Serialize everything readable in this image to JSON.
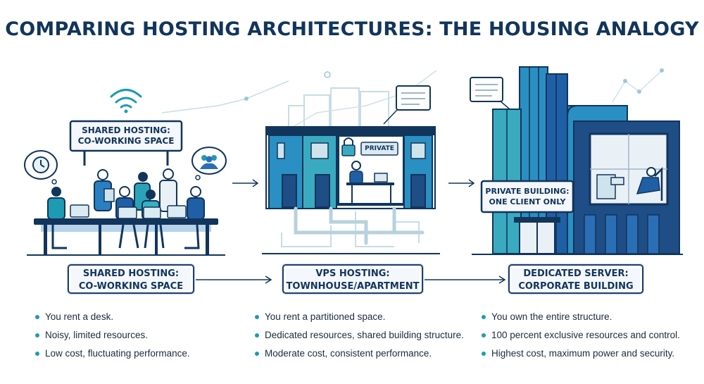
{
  "title": "COMPARING HOSTING ARCHITECTURES: THE HOUSING ANALOGY",
  "colors": {
    "navy": "#12355b",
    "blue": "#1f5fa6",
    "teal": "#2a9ab3",
    "light": "#cfe3ec",
    "bullet": "#1d9bb3"
  },
  "panels": [
    {
      "sign_line1": "SHARED HOSTING:",
      "sign_line2": "CO-WORKING SPACE",
      "label_line1": "SHARED HOSTING:",
      "label_line2": "CO-WORKING SPACE",
      "bullets": [
        "You rent a desk.",
        "Noisy, limited resources.",
        "Low cost, fluctuating performance."
      ]
    },
    {
      "sign_text": "PRIVATE",
      "label_line1": "VPS HOSTING:",
      "label_line2": "TOWNHOUSE/APARTMENT",
      "bullets": [
        "You rent a partitioned space.",
        "Dedicated resources, shared building structure.",
        "Moderate cost, consistent performance."
      ]
    },
    {
      "sign_line1": "PRIVATE BUILDING:",
      "sign_line2": "ONE CLIENT ONLY",
      "label_line1": "DEDICATED SERVER:",
      "label_line2": "CORPORATE BUILDING",
      "bullets": [
        "You own the entire structure.",
        "100 percent exclusive resources and control.",
        "Highest cost, maximum power and security."
      ]
    }
  ],
  "icons": [
    "wifi-icon",
    "clock-icon",
    "people-icon",
    "lock-icon",
    "laptop-icon",
    "arrow-right-icon"
  ]
}
